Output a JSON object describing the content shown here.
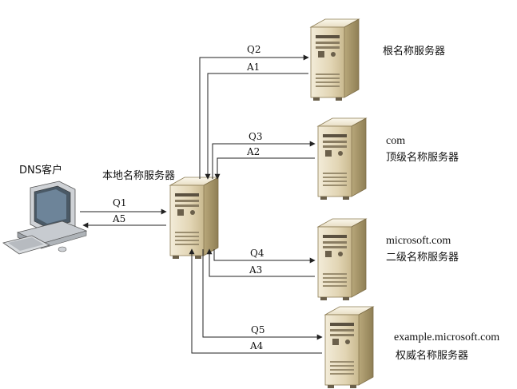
{
  "client": {
    "label": "DNS客户"
  },
  "local_server": {
    "label": "本地名称服务器"
  },
  "root_server": {
    "label": "根名称服务器"
  },
  "com_server": {
    "domain": "com",
    "label": "顶级名称服务器"
  },
  "microsoft_server": {
    "domain": "microsoft.com",
    "label": "二级名称服务器"
  },
  "example_server": {
    "domain": "example.microsoft.com",
    "label": "权威名称服务器"
  },
  "messages": {
    "q1": "Q1",
    "a5": "A5",
    "q2": "Q2",
    "a1": "A1",
    "q3": "Q3",
    "a2": "A2",
    "q4": "Q4",
    "a3": "A3",
    "q5": "Q5",
    "a4": "A4"
  }
}
